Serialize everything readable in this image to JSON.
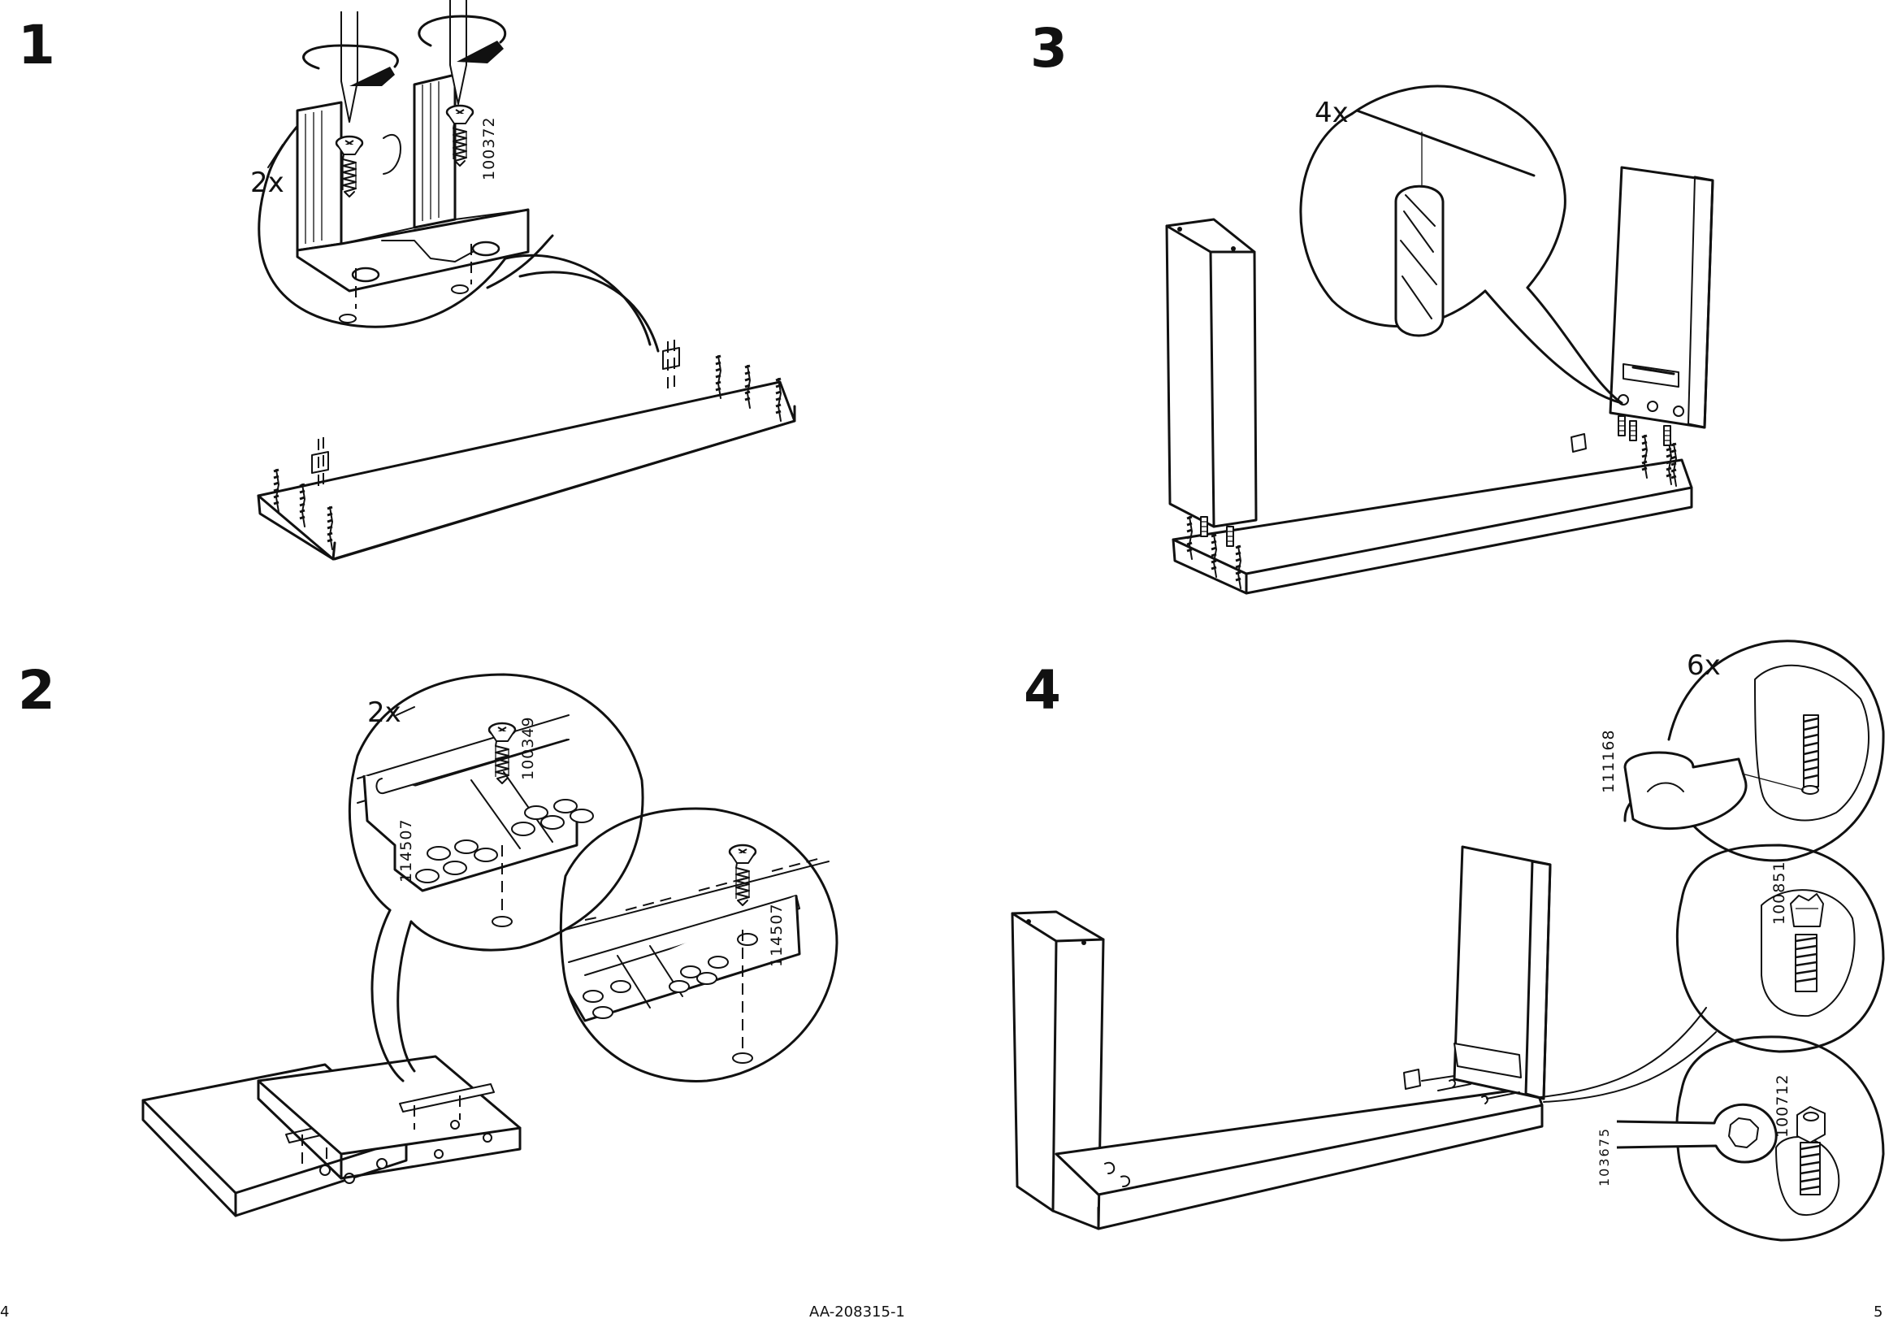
{
  "steps": [
    {
      "number": "1",
      "multiplier": "2x",
      "part": "100372"
    },
    {
      "number": "2",
      "multiplier": "2x",
      "parts": [
        "100349",
        "114507",
        "114507"
      ]
    },
    {
      "number": "3",
      "multiplier": "4x"
    },
    {
      "number": "4",
      "multiplier": "6x",
      "parts": [
        "111168",
        "100851",
        "100712",
        "103675"
      ]
    }
  ],
  "footer": {
    "page_left": "4",
    "doc_id": "AA-208315-1",
    "page_right": "5"
  }
}
